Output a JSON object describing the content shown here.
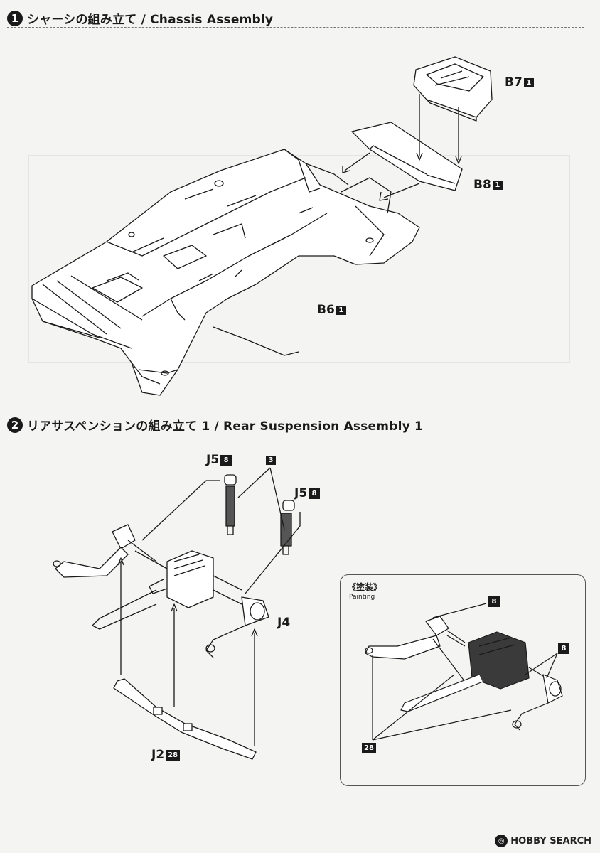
{
  "steps": [
    {
      "number": "1",
      "title": "シャーシの組み立て / Chassis Assembly"
    },
    {
      "number": "2",
      "title": "リアサスペンションの組み立て 1 / Rear Suspension Assembly 1"
    }
  ],
  "step1_parts": [
    {
      "label": "B7",
      "badge": "1"
    },
    {
      "label": "B8",
      "badge": "1"
    },
    {
      "label": "B6",
      "badge": "1"
    }
  ],
  "step2_parts": [
    {
      "label": "J5",
      "badge": "8"
    },
    {
      "label": "",
      "badge": "3"
    },
    {
      "label": "J5",
      "badge": "8"
    },
    {
      "label": "J4",
      "badge": ""
    },
    {
      "label": "J2",
      "badge": "28"
    }
  ],
  "painting": {
    "title_jp": "《塗装》",
    "title_en": "Painting",
    "callouts": [
      "8",
      "8",
      "28"
    ]
  },
  "watermark": {
    "icon": "hobby-search-logo-icon",
    "text": "HOBBY SEARCH"
  },
  "colors": {
    "ink": "#1a1a1a",
    "paper": "#f4f4f2",
    "bleed": "#c4c4c4"
  }
}
